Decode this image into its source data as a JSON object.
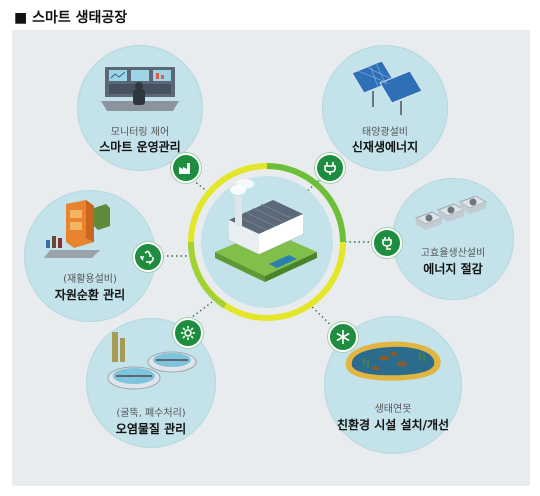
{
  "title": "■ 스마트 생태공장",
  "center": {
    "icon": "factory-illustration"
  },
  "nodes": {
    "smart_ops": {
      "sub": "모니터링 제어",
      "main": "스마트 운영관리"
    },
    "renewable": {
      "sub": "태양광설비",
      "main": "신재생에너지"
    },
    "resource": {
      "sub": "(재활용설비)",
      "main": "자원순환 관리"
    },
    "energy_save": {
      "sub": "고효율생산설비",
      "main": "에너지 절감"
    },
    "pollution": {
      "sub": "(굴뚝, 폐수처리)",
      "main": "오염물질 관리"
    },
    "eco": {
      "sub": "생태연못",
      "main": "친환경 시설 설치/개선"
    }
  },
  "colors": {
    "panel": "#e9ecee",
    "bubble": "#c3e2ea",
    "badge": "#1e8d3f",
    "ring_green": "#6cbf3a",
    "ring_yellow": "#e4e629"
  }
}
